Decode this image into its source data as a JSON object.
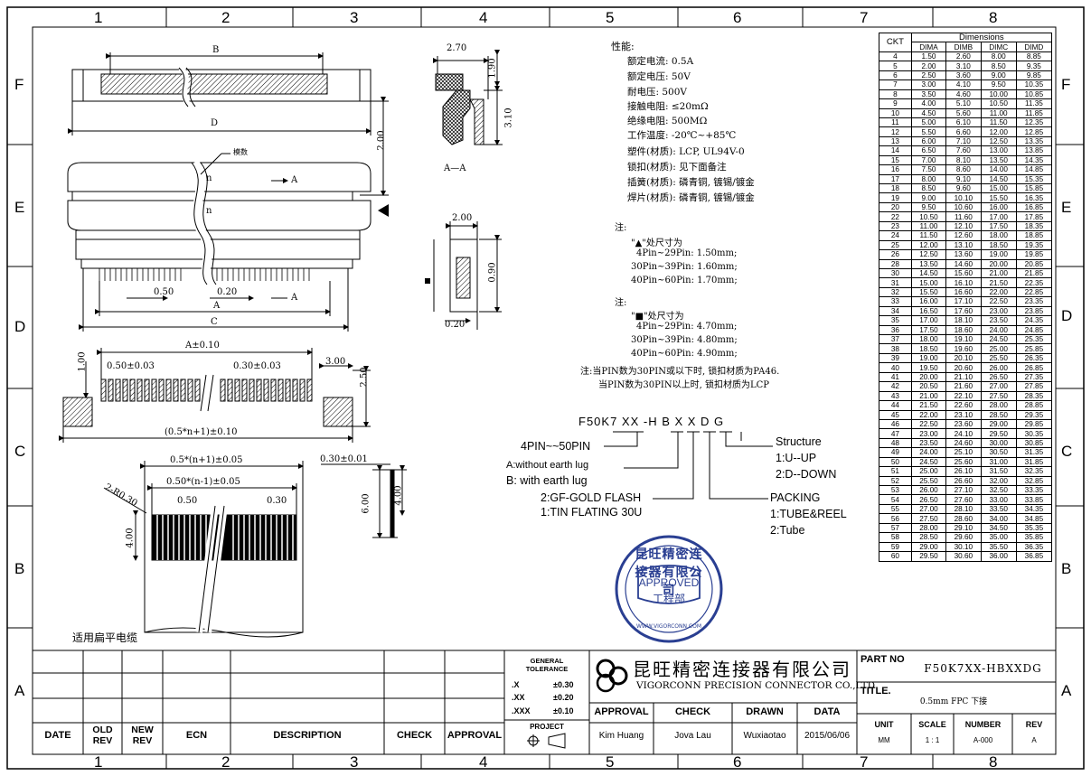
{
  "zones_top": [
    "1",
    "2",
    "3",
    "4",
    "5",
    "6",
    "7",
    "8"
  ],
  "zones_side": [
    "F",
    "E",
    "D",
    "C",
    "B",
    "A"
  ],
  "specs": {
    "title": "性能:",
    "lines": [
      "额定电流: 0.5A",
      "额定电压: 50V",
      "耐电压: 500V",
      "接触电阻: ≤20mΩ",
      "绝缘电阻: 500MΩ",
      "工作温度: -20℃~+85℃",
      "塑件(材质): LCP, UL94V-0",
      "锁扣(材质): 见下面备注",
      "插簧(材质): 磷青铜, 镀锡/镀金",
      "焊片(材质): 磷青铜, 镀锡/镀金"
    ]
  },
  "notes": {
    "note1_title": "注:",
    "note1_head": "\"▲\"处尺寸为",
    "note1_lines": [
      "4Pin~29Pin: 1.50mm;",
      "30Pin~39Pin: 1.60mm;",
      "40Pin~60Pin: 1.70mm;"
    ],
    "note2_title": "注:",
    "note2_head": "\"■\"处尺寸为",
    "note2_lines": [
      "4Pin~29Pin: 4.70mm;",
      "30Pin~39Pin: 4.80mm;",
      "40Pin~60Pin: 4.90mm;"
    ],
    "note3_lines": [
      "注:当PIN数为30PIN或以下时, 锁扣材质为PA46.",
      "当PIN数为30PIN以上时, 锁扣材质为LCP"
    ]
  },
  "part_code": {
    "code": "F50K7 XX -H B X X D G",
    "pins": "4PIN~~50PIN",
    "lug_a": "A:without earth lug",
    "lug_b": "B: with earth lug",
    "plating_1": "2:GF-GOLD FLASH",
    "plating_2": "1:TIN FLATING 30U",
    "structure_title": "Structure",
    "structure_1": "1:U--UP",
    "structure_2": "2:D--DOWN",
    "packing_title": "PACKING",
    "packing_1": "1:TUBE&REEL",
    "packing_2": "2:Tube"
  },
  "stamp": {
    "approved": "APPROVED",
    "dept": "工程部",
    "company": "昆旺精密连接器有限公司",
    "url": "WWW.VIGORCONN.COM"
  },
  "drawing_labels": {
    "B": "B",
    "D": "D",
    "C": "C",
    "A": "A",
    "A2": "A",
    "A3": "A",
    "d050": "0.50",
    "d020": "0.20",
    "d200": "2.00",
    "n1": "n",
    "n2": "n",
    "mold": "模数",
    "aa": "A—A",
    "side_270": "2.70",
    "side_190": "1.90",
    "side_310": "3.10",
    "side2_200": "2.00",
    "side2_090": "0.90",
    "side2_020": "0.20",
    "pcb_a": "A±0.10",
    "pcb_050": "0.50±0.03",
    "pcb_030": "0.30±0.03",
    "pcb_100": "1.00",
    "pcb_300": "3.00",
    "pcb_250": "2.50",
    "pcb_n": "(0.5*n+1)±0.10",
    "fpc_1": "0.5*(n+1)±0.05",
    "fpc_2": "0.50*(n-1)±0.05",
    "fpc_r": "2-R0.30",
    "fpc_050": "0.50",
    "fpc_030": "0.30",
    "fpc_400": "4.00",
    "fpc_t": "0.30±0.01",
    "fpc_600": "6.00",
    "fpc_400b": "4.00",
    "fpc_title": "适用扁平电缆"
  },
  "table": {
    "ckt": "CKT",
    "dims": "Dimensions",
    "cols": [
      "DIMA",
      "DIMB",
      "DIMC",
      "DIMD"
    ],
    "rows": [
      [
        "4",
        "1.50",
        "2.60",
        "8.00",
        "8.85"
      ],
      [
        "5",
        "2.00",
        "3.10",
        "8.50",
        "9.35"
      ],
      [
        "6",
        "2.50",
        "3.60",
        "9.00",
        "9.85"
      ],
      [
        "7",
        "3.00",
        "4.10",
        "9.50",
        "10.35"
      ],
      [
        "8",
        "3.50",
        "4.60",
        "10.00",
        "10.85"
      ],
      [
        "9",
        "4.00",
        "5.10",
        "10.50",
        "11.35"
      ],
      [
        "10",
        "4.50",
        "5.60",
        "11.00",
        "11.85"
      ],
      [
        "11",
        "5.00",
        "6.10",
        "11.50",
        "12.35"
      ],
      [
        "12",
        "5.50",
        "6.60",
        "12.00",
        "12.85"
      ],
      [
        "13",
        "6.00",
        "7.10",
        "12.50",
        "13.35"
      ],
      [
        "14",
        "6.50",
        "7.60",
        "13.00",
        "13.85"
      ],
      [
        "15",
        "7.00",
        "8.10",
        "13.50",
        "14.35"
      ],
      [
        "16",
        "7.50",
        "8.60",
        "14.00",
        "14.85"
      ],
      [
        "17",
        "8.00",
        "9.10",
        "14.50",
        "15.35"
      ],
      [
        "18",
        "8.50",
        "9.60",
        "15.00",
        "15.85"
      ],
      [
        "19",
        "9.00",
        "10.10",
        "15.50",
        "16.35"
      ],
      [
        "20",
        "9.50",
        "10.60",
        "16.00",
        "16.85"
      ],
      [
        "22",
        "10.50",
        "11.60",
        "17.00",
        "17.85"
      ],
      [
        "23",
        "11.00",
        "12.10",
        "17.50",
        "18.35"
      ],
      [
        "24",
        "11.50",
        "12.60",
        "18.00",
        "18.85"
      ],
      [
        "25",
        "12.00",
        "13.10",
        "18.50",
        "19.35"
      ],
      [
        "26",
        "12.50",
        "13.60",
        "19.00",
        "19.85"
      ],
      [
        "28",
        "13.50",
        "14.60",
        "20.00",
        "20.85"
      ],
      [
        "30",
        "14.50",
        "15.60",
        "21.00",
        "21.85"
      ],
      [
        "31",
        "15.00",
        "16.10",
        "21.50",
        "22.35"
      ],
      [
        "32",
        "15.50",
        "16.60",
        "22.00",
        "22.85"
      ],
      [
        "33",
        "16.00",
        "17.10",
        "22.50",
        "23.35"
      ],
      [
        "34",
        "16.50",
        "17.60",
        "23.00",
        "23.85"
      ],
      [
        "35",
        "17.00",
        "18.10",
        "23.50",
        "24.35"
      ],
      [
        "36",
        "17.50",
        "18.60",
        "24.00",
        "24.85"
      ],
      [
        "37",
        "18.00",
        "19.10",
        "24.50",
        "25.35"
      ],
      [
        "38",
        "18.50",
        "19.60",
        "25.00",
        "25.85"
      ],
      [
        "39",
        "19.00",
        "20.10",
        "25.50",
        "26.35"
      ],
      [
        "40",
        "19.50",
        "20.60",
        "26.00",
        "26.85"
      ],
      [
        "41",
        "20.00",
        "21.10",
        "26.50",
        "27.35"
      ],
      [
        "42",
        "20.50",
        "21.60",
        "27.00",
        "27.85"
      ],
      [
        "43",
        "21.00",
        "22.10",
        "27.50",
        "28.35"
      ],
      [
        "44",
        "21.50",
        "22.60",
        "28.00",
        "28.85"
      ],
      [
        "45",
        "22.00",
        "23.10",
        "28.50",
        "29.35"
      ],
      [
        "46",
        "22.50",
        "23.60",
        "29.00",
        "29.85"
      ],
      [
        "47",
        "23.00",
        "24.10",
        "29.50",
        "30.35"
      ],
      [
        "48",
        "23.50",
        "24.60",
        "30.00",
        "30.85"
      ],
      [
        "49",
        "24.00",
        "25.10",
        "30.50",
        "31.35"
      ],
      [
        "50",
        "24.50",
        "25.60",
        "31.00",
        "31.85"
      ],
      [
        "51",
        "25.00",
        "26.10",
        "31.50",
        "32.35"
      ],
      [
        "52",
        "25.50",
        "26.60",
        "32.00",
        "32.85"
      ],
      [
        "53",
        "26.00",
        "27.10",
        "32.50",
        "33.35"
      ],
      [
        "54",
        "26.50",
        "27.60",
        "33.00",
        "33.85"
      ],
      [
        "55",
        "27.00",
        "28.10",
        "33.50",
        "34.35"
      ],
      [
        "56",
        "27.50",
        "28.60",
        "34.00",
        "34.85"
      ],
      [
        "57",
        "28.00",
        "29.10",
        "34.50",
        "35.35"
      ],
      [
        "58",
        "28.50",
        "29.60",
        "35.00",
        "35.85"
      ],
      [
        "59",
        "29.00",
        "30.10",
        "35.50",
        "36.35"
      ],
      [
        "60",
        "29.50",
        "30.60",
        "36.00",
        "36.85"
      ]
    ]
  },
  "title_block": {
    "rev_headers": [
      "DATE",
      "OLD\nREV",
      "NEW\nREV",
      "ECN",
      "DESCRIPTION",
      "CHECK",
      "APPROVAL"
    ],
    "general_tolerance": "GENERAL\nTOLERANCE",
    "tol_x": ".X",
    "tol_x_val": "±0.30",
    "tol_xx": ".XX",
    "tol_xx_val": "±0.20",
    "tol_xxx": ".XXX",
    "tol_xxx_val": "±0.10",
    "project": "PROJECT",
    "company_cn": "昆旺精密连接器有限公司",
    "company_en": "VIGORCONN PRECISION CONNECTOR CO.,LTD",
    "approval_label": "APPROVAL",
    "check_label": "CHECK",
    "drawn_label": "DRAWN",
    "data_label": "DATA",
    "approval_name": "Kim Huang",
    "check_name": "Jova Lau",
    "drawn_name": "Wuxiaotao",
    "date": "2015/06/06",
    "part_no_label": "PART NO",
    "part_no": "F50K7XX-HBXXDG",
    "title_label": "TITLE.",
    "title": "0.5mm FPC 下接",
    "unit_label": "UNIT",
    "unit": "MM",
    "scale_label": "SCALE",
    "scale": "1 : 1",
    "number_label": "NUMBER",
    "number": "A-000",
    "rev_label": "REV",
    "rev": "A"
  }
}
